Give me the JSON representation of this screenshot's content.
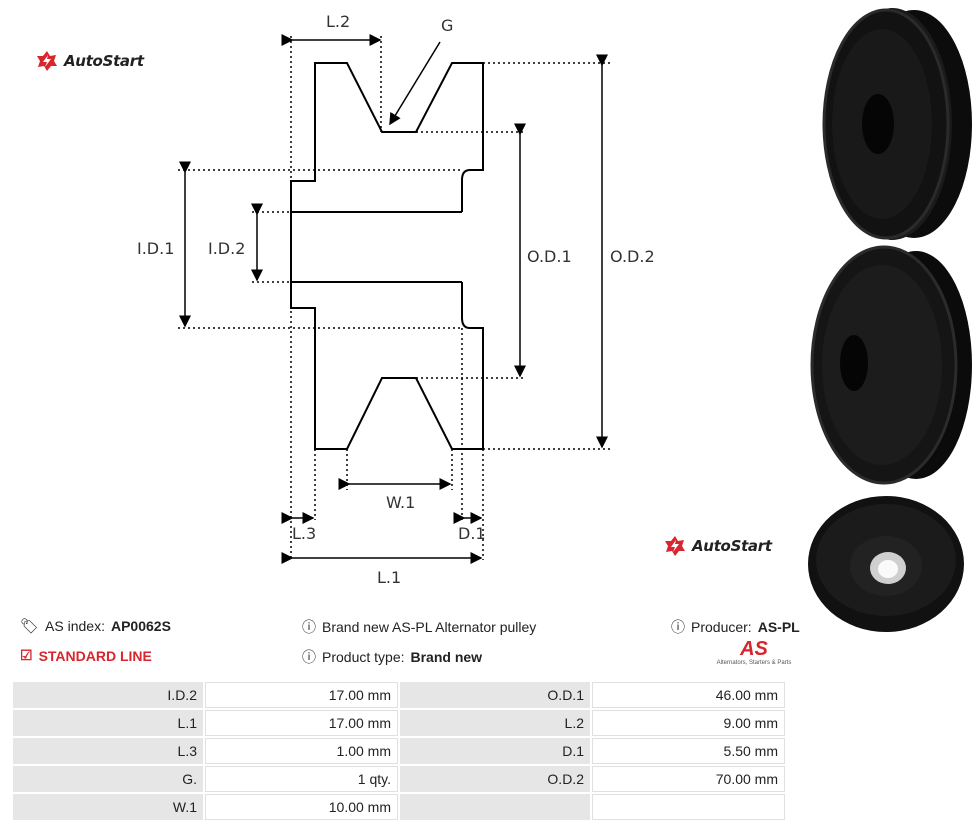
{
  "brand": {
    "name": "AutoStart"
  },
  "diagram": {
    "labels": {
      "l2": "L.2",
      "g": "G",
      "id1": "I.D.1",
      "id2": "I.D.2",
      "od1": "O.D.1",
      "od2": "O.D.2",
      "w1": "W.1",
      "l3": "L.3",
      "d1": "D.1",
      "l1": "L.1"
    }
  },
  "info": {
    "as_index_label": "AS index:",
    "as_index_value": "AP0062S",
    "standard_line": "STANDARD LINE",
    "description": "Brand new AS-PL Alternator pulley",
    "product_type_label": "Product type:",
    "product_type_value": "Brand new",
    "producer_label": "Producer:",
    "producer_value": "AS-PL",
    "logo_text": "AS",
    "logo_tagline": "Alternators, Starters & Parts"
  },
  "specs": [
    {
      "label1": "I.D.2",
      "value1": "17.00 mm",
      "label2": "O.D.1",
      "value2": "46.00 mm"
    },
    {
      "label1": "L.1",
      "value1": "17.00 mm",
      "label2": "L.2",
      "value2": "9.00 mm"
    },
    {
      "label1": "L.3",
      "value1": "1.00 mm",
      "label2": "D.1",
      "value2": "5.50 mm"
    },
    {
      "label1": "G.",
      "value1": "1 qty.",
      "label2": "O.D.2",
      "value2": "70.00 mm"
    },
    {
      "label1": "W.1",
      "value1": "10.00 mm",
      "label2": "",
      "value2": ""
    }
  ],
  "colors": {
    "accent_red": "#d8262e",
    "pulley_black": "#111111"
  },
  "icons": [
    "autostart-logo-icon",
    "tags-icon",
    "check-square-icon",
    "info-circle-icon"
  ]
}
